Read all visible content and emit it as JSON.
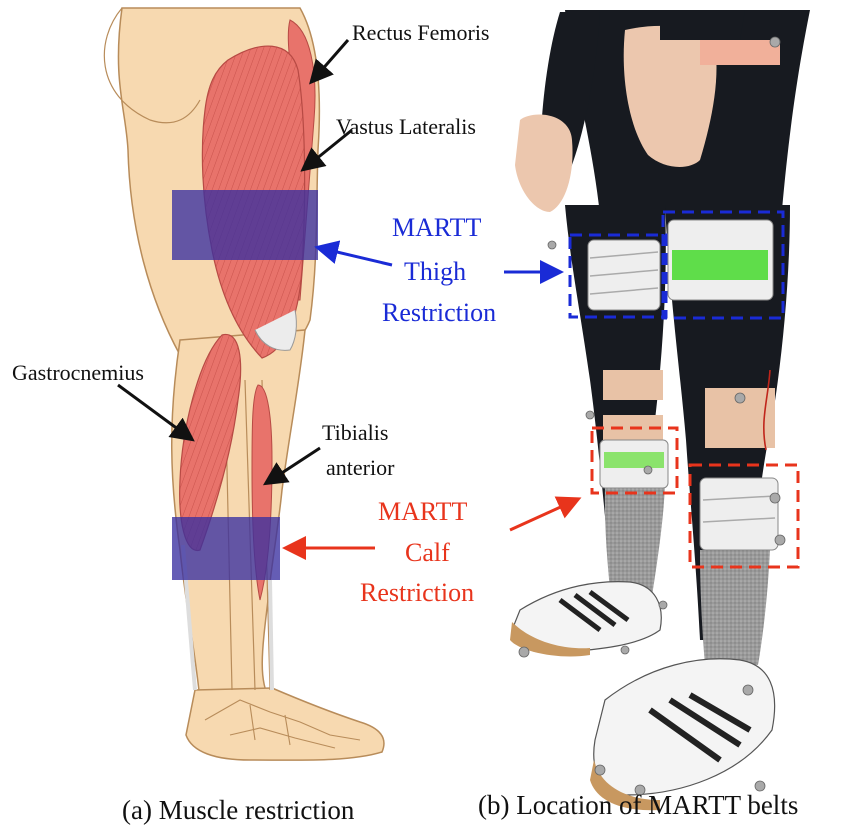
{
  "labels": {
    "rectus_femoris": "Rectus Femoris",
    "vastus_lateralis": "Vastus Lateralis",
    "gastrocnemius": "Gastrocnemius",
    "tibialis_anterior_line1": "Tibialis",
    "tibialis_anterior_line2": "anterior",
    "thigh_line1": "MARTT",
    "thigh_line2": "Thigh",
    "thigh_line3": "Restriction",
    "calf_line1": "MARTT",
    "calf_line2": "Calf",
    "calf_line3": "Restriction"
  },
  "captions": {
    "left": "(a)  Muscle restriction",
    "right": "(b) Location of MARTT belts"
  },
  "colors": {
    "thigh": "#1a2bd6",
    "calf": "#e8341c",
    "belt": "#3a2fa0",
    "muscle": "#e8736b",
    "skin": "#f7d9b0"
  }
}
